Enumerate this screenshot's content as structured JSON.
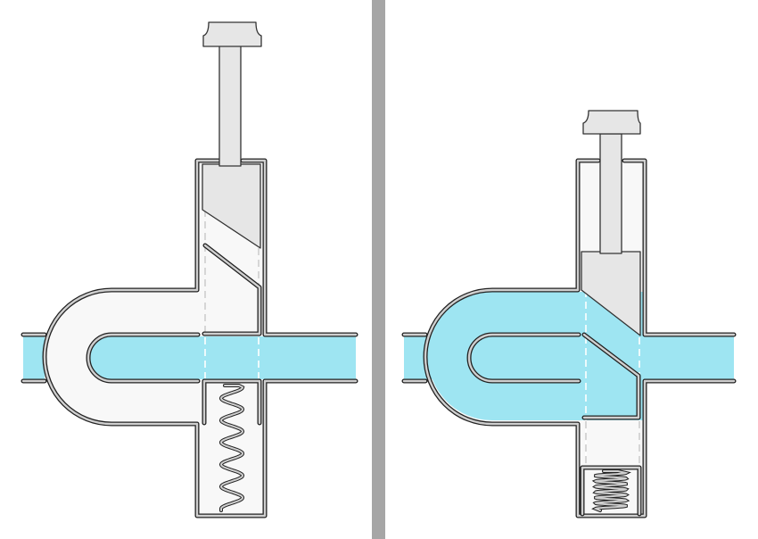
{
  "diagram": {
    "panels": [
      {
        "state": "closed",
        "spring": "extended"
      },
      {
        "state": "open",
        "spring": "compressed"
      }
    ],
    "colors": {
      "fluid": "#9ee5f2",
      "housing": "#f8f8f8",
      "plunger": "#e6e6e6",
      "divider": "#a6a6a6",
      "wall_outline": "#222222",
      "wall_inner": "#cfcfcf"
    }
  }
}
